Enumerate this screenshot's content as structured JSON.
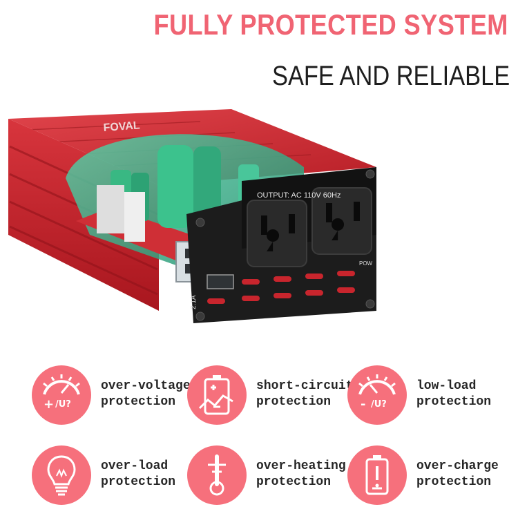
{
  "header": {
    "title": "FULLY PROTECTED SYSTEM",
    "subtitle": "SAFE AND RELIABLE"
  },
  "product": {
    "brand_logo": "FOVAL",
    "output_label": "OUTPUT: AC 110V 60Hz",
    "usb_label": "2.1A",
    "power_label": "POW"
  },
  "colors": {
    "accent": "#f06473",
    "badge": "#f6707c",
    "housing_red": "#c8252d",
    "panel_black": "#1c1c1c"
  },
  "features": [
    {
      "icon": "voltage-meter-icon",
      "line1": "over-voltage",
      "line2": "protection"
    },
    {
      "icon": "battery-short-circuit-icon",
      "line1": "short-circuit",
      "line2": "protection"
    },
    {
      "icon": "low-voltage-meter-icon",
      "line1": "low-load",
      "line2": "protection"
    },
    {
      "icon": "light-bulb-icon",
      "line1": "over-load",
      "line2": "protection"
    },
    {
      "icon": "thermometer-icon",
      "line1": "over-heating",
      "line2": "protection"
    },
    {
      "icon": "battery-charge-icon",
      "line1": "over-charge",
      "line2": "protection"
    }
  ]
}
